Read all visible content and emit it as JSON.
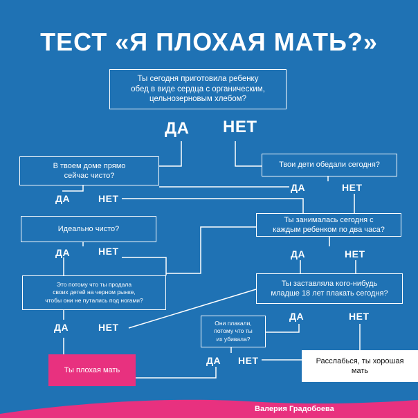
{
  "title": "ТЕСТ «Я ПЛОХАЯ МАТЬ?»",
  "questions": {
    "q1": "Ты сегодня приготовила ребенку\nобед в виде сердца с органическим,\nцельнозерновым хлебом?",
    "q_clean": "В твоем доме прямо\nсейчас чисто?",
    "q_lunch": "Твои дети обедали сегодня?",
    "q_perfect": "Идеально чисто?",
    "q_hours": "Ты занималась сегодня с\nкаждым ребенком по два часа?",
    "q_sold": "Это потому что ты продала\nсвоих детей на черном рынке,\nчтобы они не путались под ногами?",
    "q_cry": "Ты заставляла кого-нибудь\nмладше 18 лет плакать сегодня?",
    "q_kill": "Они плакали,\nпотому что ты\nих убивала?"
  },
  "results": {
    "bad": "Ты плохая мать",
    "good": "Расслабься, ты хорошая\nмать"
  },
  "labels": {
    "yes": "ДА",
    "no": "НЕТ"
  },
  "author": "Валерия Градобоева",
  "colors": {
    "background": "#1f72b4",
    "bad_result": "#e8317f",
    "good_result": "#ffffff",
    "footer_wave": "#e8317f"
  }
}
